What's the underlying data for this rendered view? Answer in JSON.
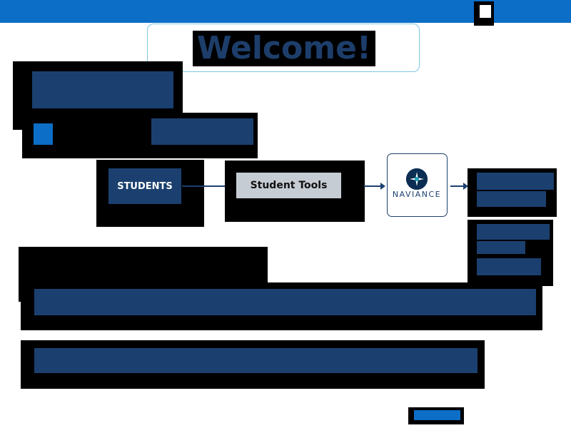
{
  "header": {
    "welcome_title": "Welcome!"
  },
  "flow": {
    "step1_label": "STUDENTS",
    "step2_label": "Student Tools",
    "step3_label": "NAVIANCE"
  },
  "colors": {
    "topbar": "#0d6ec7",
    "navy": "#1b406f",
    "tools_bg": "#c6ccd4"
  }
}
